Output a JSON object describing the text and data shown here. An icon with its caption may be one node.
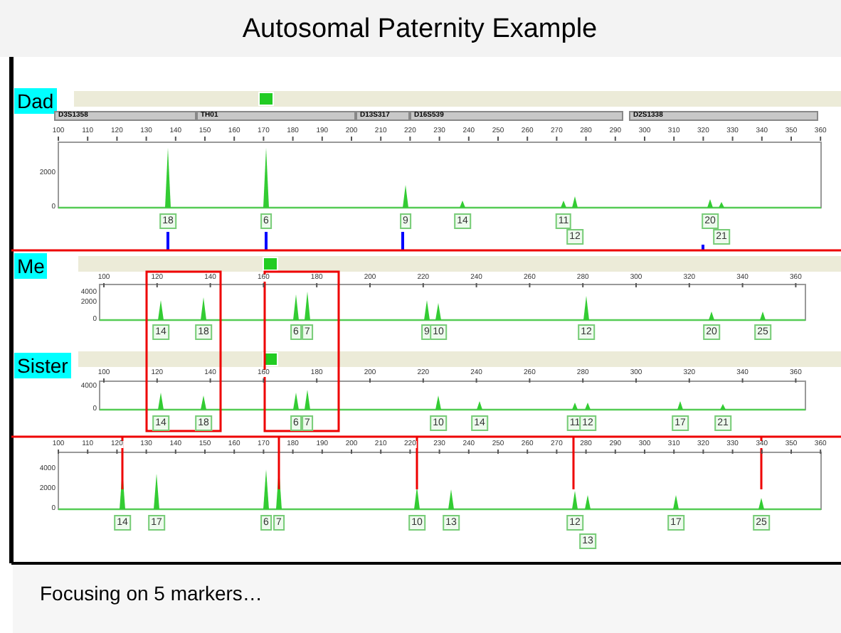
{
  "diagram": {
    "title": "Autosomal Paternity Example",
    "caption": "Focusing on 5 markers…",
    "labels": [
      "Dad",
      "D3S1358",
      "TH01",
      "D13S317",
      "D16S539",
      "D2S1338",
      "100",
      "110",
      "120",
      "130",
      "140",
      "150",
      "160",
      "170",
      "180",
      "190",
      "200",
      "210",
      "220",
      "230",
      "240",
      "250",
      "260",
      "270",
      "280",
      "290",
      "300",
      "310",
      "320",
      "330",
      "340",
      "350",
      "360",
      "2000",
      "0",
      "18",
      "6",
      "9",
      "14",
      "11",
      "12",
      "20",
      "21",
      "Me",
      "100",
      "120",
      "140",
      "160",
      "180",
      "200",
      "220",
      "240",
      "260",
      "280",
      "300",
      "320",
      "340",
      "360",
      "4000",
      "2000",
      "0",
      "14",
      "18",
      "6",
      "7",
      "9",
      "10",
      "12",
      "20",
      "25",
      "Sister",
      "100",
      "120",
      "140",
      "160",
      "180",
      "200",
      "220",
      "240",
      "260",
      "280",
      "300",
      "320",
      "340",
      "360",
      "4000",
      "0",
      "14",
      "18",
      "6",
      "7",
      "10",
      "14",
      "11",
      "12",
      "17",
      "21",
      "100",
      "110",
      "120",
      "130",
      "140",
      "150",
      "160",
      "170",
      "180",
      "190",
      "200",
      "210",
      "220",
      "230",
      "240",
      "250",
      "260",
      "270",
      "280",
      "290",
      "300",
      "310",
      "320",
      "330",
      "340",
      "350",
      "360",
      "4000",
      "2000",
      "0",
      "14",
      "17",
      "6",
      "7",
      "10",
      "13",
      "12",
      "13",
      "17",
      "25"
    ]
  }
}
